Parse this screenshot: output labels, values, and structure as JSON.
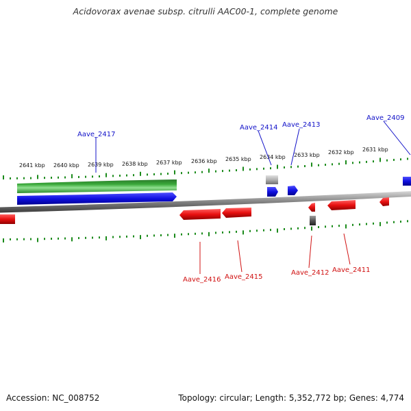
{
  "title": "Acidovorax avenae subsp. citrulli AAC00-1, complete genome",
  "footer": {
    "accession": "Accession: NC_008752",
    "summary": "Topology: circular; Length: 5,352,772 bp; Genes: 4,774"
  },
  "colors": {
    "forward_cds": "#1010e0",
    "reverse_cds": "#e81010",
    "rna": "#2a9a2a",
    "pseudo": "#9a9a9a",
    "ticks": "#1a8a1a",
    "backbone": "#8a8a8a",
    "forward_label": "#1010c8",
    "reverse_label": "#d01010"
  },
  "scale": {
    "unit": "kbp",
    "labels": [
      "2641 kbp",
      "2640 kbp",
      "2639 kbp",
      "2638 kbp",
      "2637 kbp",
      "2636 kbp",
      "2635 kbp",
      "2634 kbp",
      "2633 kbp",
      "2632 kbp",
      "2631 kbp"
    ]
  },
  "gene_labels": {
    "forward": [
      "Aave_2417",
      "Aave_2414",
      "Aave_2413",
      "Aave_2409"
    ],
    "reverse": [
      "Aave_2416",
      "Aave_2415",
      "Aave_2412",
      "Aave_2411"
    ]
  }
}
